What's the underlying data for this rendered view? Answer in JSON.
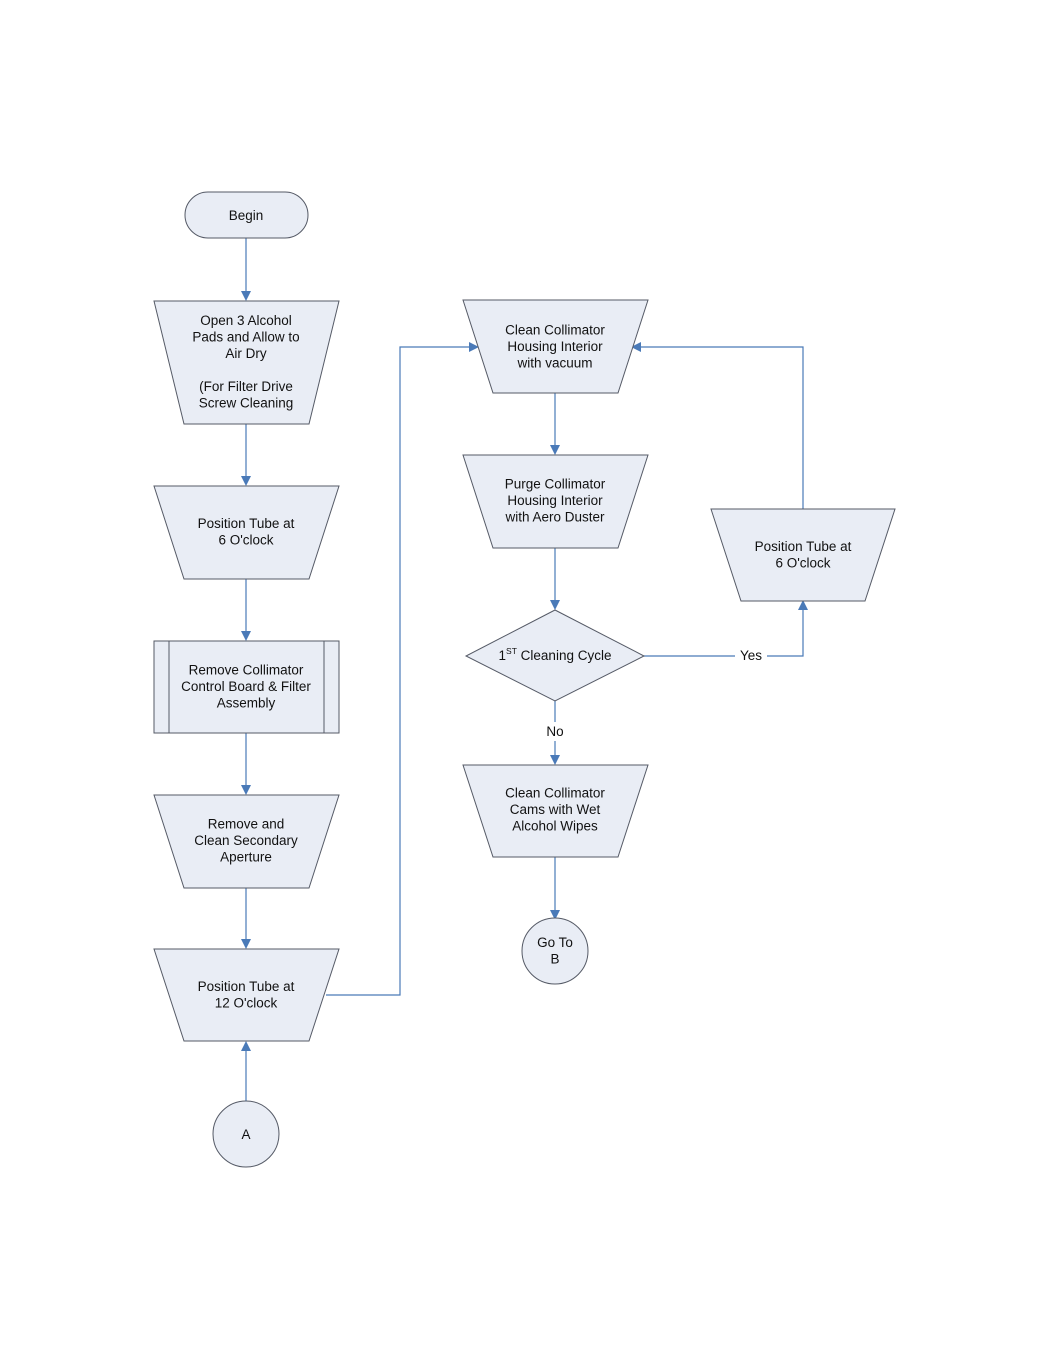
{
  "nodes": {
    "begin": {
      "lines": [
        "Begin"
      ]
    },
    "open_pads": {
      "lines": [
        "Open 3 Alcohol",
        "Pads and Allow to",
        "Air Dry",
        "",
        "(For Filter Drive",
        "Screw Cleaning"
      ]
    },
    "pos_6_left": {
      "lines": [
        "Position Tube at",
        "6 O'clock"
      ]
    },
    "remove_board": {
      "lines": [
        "Remove Collimator",
        "Control Board & Filter",
        "Assembly"
      ]
    },
    "remove_aperture": {
      "lines": [
        "Remove and",
        "Clean Secondary",
        "Aperture"
      ]
    },
    "pos_12": {
      "lines": [
        "Position Tube at",
        "12 O'clock"
      ]
    },
    "connector_a": {
      "lines": [
        "A"
      ]
    },
    "clean_vacuum": {
      "lines": [
        "Clean Collimator",
        "Housing Interior",
        "with vacuum"
      ]
    },
    "purge": {
      "lines": [
        "Purge Collimator",
        "Housing Interior",
        "with Aero Duster"
      ]
    },
    "decision": {
      "prefix": "1",
      "superscript": "ST",
      "suffix": " Cleaning Cycle"
    },
    "clean_cams": {
      "lines": [
        "Clean Collimator",
        "Cams with Wet",
        "Alcohol Wipes"
      ]
    },
    "goto_b": {
      "lines": [
        "Go To",
        "B"
      ]
    },
    "pos_6_right": {
      "lines": [
        "Position Tube at",
        "6 O'clock"
      ]
    }
  },
  "edges": {
    "yes_label": "Yes",
    "no_label": "No"
  }
}
